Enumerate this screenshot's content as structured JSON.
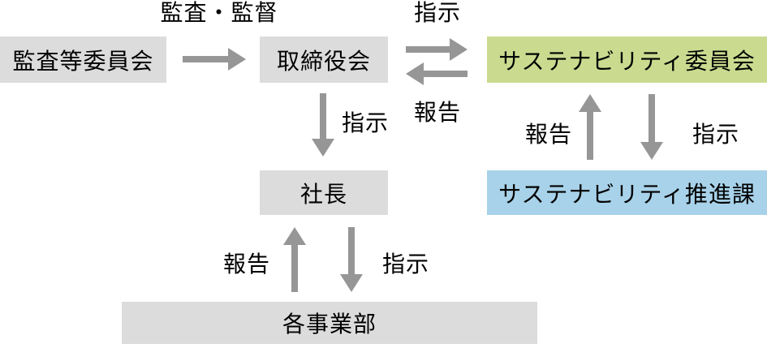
{
  "colors": {
    "background": "#ffffff",
    "box_gray": "#dcdcdc",
    "box_green": "#cadb90",
    "box_blue": "#a8d2e9",
    "arrow": "#969696",
    "text": "#000000"
  },
  "diagram": {
    "boxes": {
      "audit_committee": "監査等委員会",
      "board": "取締役会",
      "sustainability_committee": "サステナビリティ委員会",
      "president": "社長",
      "sustainability_promotion": "サステナビリティ推進課",
      "business_divisions": "各事業部"
    },
    "labels": {
      "audit_supervision": "監査・監督",
      "board_to_committee_instruction": "指示",
      "committee_to_board_report": "報告",
      "board_to_president_instruction": "指示",
      "promotion_to_committee_report": "報告",
      "committee_to_promotion_instruction": "指示",
      "divisions_to_president_report": "報告",
      "president_to_divisions_instruction": "指示"
    }
  }
}
